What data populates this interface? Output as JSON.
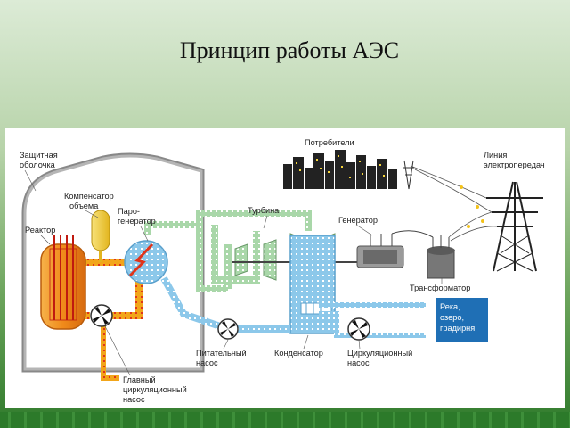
{
  "title": "Принцип работы АЭС",
  "labels": {
    "containment_1": "Защитная",
    "containment_2": "оболочка",
    "compensator_1": "Компенсатор",
    "compensator_2": "объема",
    "reactor": "Реактор",
    "steamgen_1": "Паро-",
    "steamgen_2": "генератор",
    "turbine": "Турбина",
    "consumers": "Потребители",
    "powerline_1": "Линия",
    "powerline_2": "электропередач",
    "generator": "Генератор",
    "transformer": "Трансформатор",
    "river_1": "Река,",
    "river_2": "озеро,",
    "river_3": "градирня",
    "feedpump_1": "Питательный",
    "feedpump_2": "насос",
    "condenser": "Конденсатор",
    "circpump_1": "Циркуляционный",
    "circpump_2": "насос",
    "mainpump_1": "Главный",
    "mainpump_2": "циркуляционный",
    "mainpump_3": "насос"
  },
  "colors": {
    "hot_loop": "#f2a51a",
    "hot_loop_dots": "#e0341a",
    "water": "#8cc8ea",
    "steam": "#a9d7a9",
    "river_box": "#1f6fb5",
    "reactor": "#f08a1a",
    "compensator": "#f3d23a"
  }
}
